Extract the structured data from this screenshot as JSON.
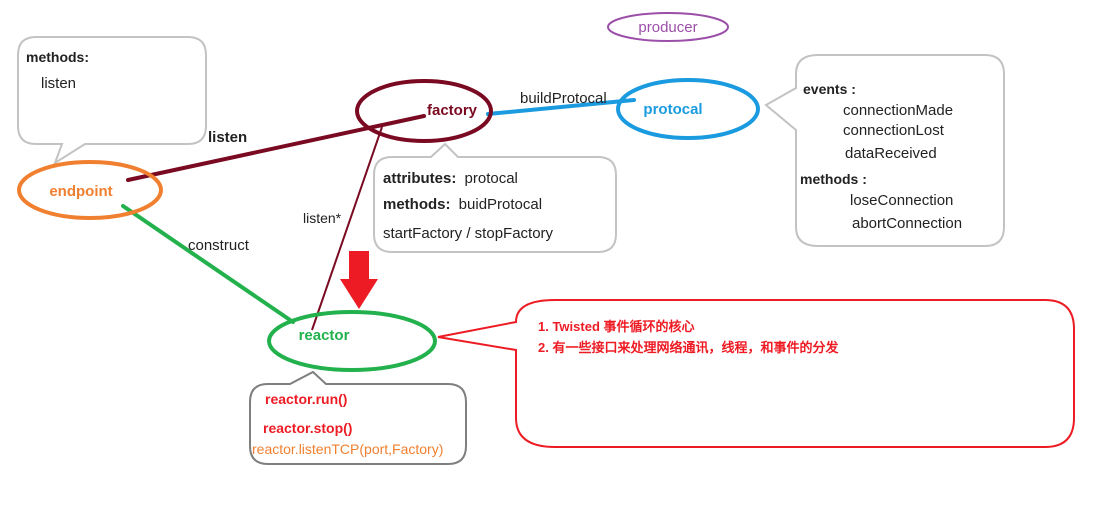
{
  "producer_label": "producer",
  "nodes": {
    "endpoint": "endpoint",
    "factory": "factory",
    "protocal": "protocal",
    "reactor": "reactor"
  },
  "edge_labels": {
    "listen": "listen",
    "buildProtocal": "buildProtocal",
    "listen_star": "listen*",
    "construct": "construct"
  },
  "endpoint_callout": {
    "methods_title": "methods:",
    "methods": [
      "listen"
    ]
  },
  "factory_callout": {
    "attributes_label": "attributes:",
    "attributes_value": "protocal",
    "methods_label": "methods:",
    "methods_value": "buidProtocal",
    "extra": "startFactory / stopFactory"
  },
  "protocal_callout": {
    "events_title": "events :",
    "events": [
      "connectionMade",
      "connectionLost",
      "dataReceived"
    ],
    "methods_title": "methods :",
    "methods": [
      "loseConnection",
      "abortConnection"
    ]
  },
  "reactor_callout": {
    "run": "reactor.run()",
    "stop": "reactor.stop()",
    "listen_tcp": "reactor.listenTCP(port,Factory)"
  },
  "twisted_callout": {
    "line1": "1. Twisted 事件循环的核心",
    "line2": "2. 有一些接口来处理网络通讯，线程，和事件的分发"
  },
  "colors": {
    "producer": "#9b4fa8",
    "endpoint": "#f08030",
    "factory": "#7a0a22",
    "protocal": "#1a9be0",
    "reactor": "#22b14c",
    "red": "#ed1c24",
    "gray": "#c3c3c3",
    "dark_gray": "#7f7f7f",
    "text": "#222222"
  }
}
